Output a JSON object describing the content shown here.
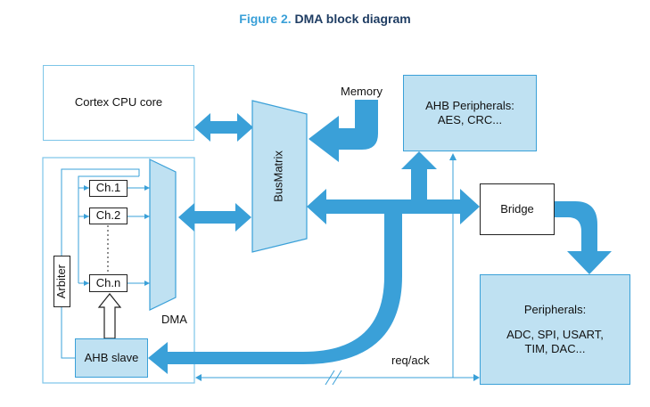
{
  "header": {
    "figure_label": "Figure 2.",
    "title": "DMA block diagram"
  },
  "blocks": {
    "cpu": "Cortex CPU core",
    "memory": "Memory",
    "ahb_peripherals_line1": "AHB Peripherals:",
    "ahb_peripherals_line2": "AES, CRC...",
    "busmatrix": "BusMatrix",
    "bridge": "Bridge",
    "peripherals_line1": "Peripherals:",
    "peripherals_line2": "ADC, SPI, USART,",
    "peripherals_line3": "TIM, DAC...",
    "dma": "DMA",
    "ch1": "Ch.1",
    "ch2": "Ch.2",
    "chn": "Ch.n",
    "arbiter": "Arbiter",
    "ahb_slave": "AHB slave",
    "req_ack": "req/ack"
  },
  "colors": {
    "accent": "#3aa0d8",
    "fill": "#bfe1f2",
    "outline": "#7cc5e8",
    "title_blue": "#3aa0d8",
    "title_dark": "#1f3d63"
  }
}
